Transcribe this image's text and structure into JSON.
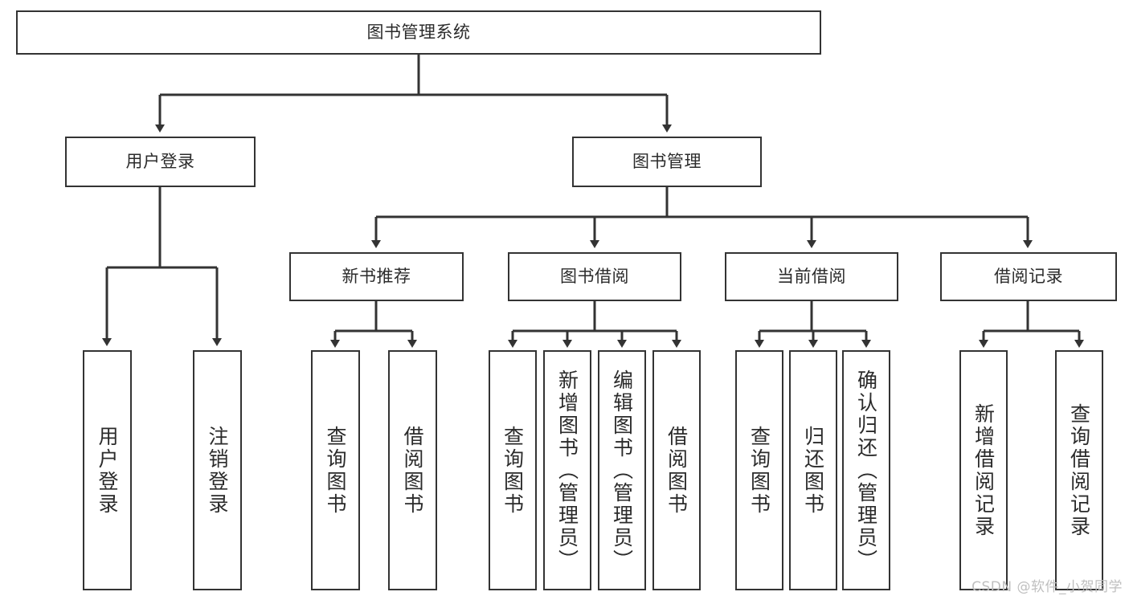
{
  "diagram": {
    "title": "图书管理系统",
    "type": "tree",
    "orientation": "top-down",
    "colors": {
      "box_border": "#333333",
      "box_fill": "#ffffff",
      "connector": "#333333",
      "text": "#2b2b2b",
      "watermark": "#bfbfbf",
      "background": "#ffffff"
    }
  },
  "root": {
    "id": "root",
    "label": "图书管理系统"
  },
  "level1": [
    {
      "id": "user-login",
      "label": "用户登录"
    },
    {
      "id": "book-manage",
      "label": "图书管理"
    }
  ],
  "level2": [
    {
      "id": "new-book-recommend",
      "label": "新书推荐",
      "parent": "book-manage"
    },
    {
      "id": "book-borrow",
      "label": "图书借阅",
      "parent": "book-manage"
    },
    {
      "id": "current-borrow",
      "label": "当前借阅",
      "parent": "book-manage"
    },
    {
      "id": "borrow-record",
      "label": "借阅记录",
      "parent": "book-manage"
    }
  ],
  "leaves": {
    "user_login": [
      {
        "id": "leaf-user-login",
        "label": "用户登录"
      },
      {
        "id": "leaf-logout",
        "label": "注销登录"
      }
    ],
    "new_book_recommend": [
      {
        "id": "leaf-query-book-1",
        "label": "查询图书"
      },
      {
        "id": "leaf-borrow-book-1",
        "label": "借阅图书"
      }
    ],
    "book_borrow": [
      {
        "id": "leaf-query-book-2",
        "label": "查询图书"
      },
      {
        "id": "leaf-add-book",
        "label": "新增图书（管理员）"
      },
      {
        "id": "leaf-edit-book",
        "label": "编辑图书（管理员）"
      },
      {
        "id": "leaf-borrow-book-2",
        "label": "借阅图书"
      }
    ],
    "current_borrow": [
      {
        "id": "leaf-query-book-3",
        "label": "查询图书"
      },
      {
        "id": "leaf-return-book",
        "label": "归还图书"
      },
      {
        "id": "leaf-confirm-return",
        "label": "确认归还（管理员）"
      }
    ],
    "borrow_record": [
      {
        "id": "leaf-add-record",
        "label": "新增借阅记录"
      },
      {
        "id": "leaf-query-record",
        "label": "查询借阅记录"
      }
    ]
  },
  "watermark": {
    "text": "CSDN @软件_小贺同学"
  }
}
